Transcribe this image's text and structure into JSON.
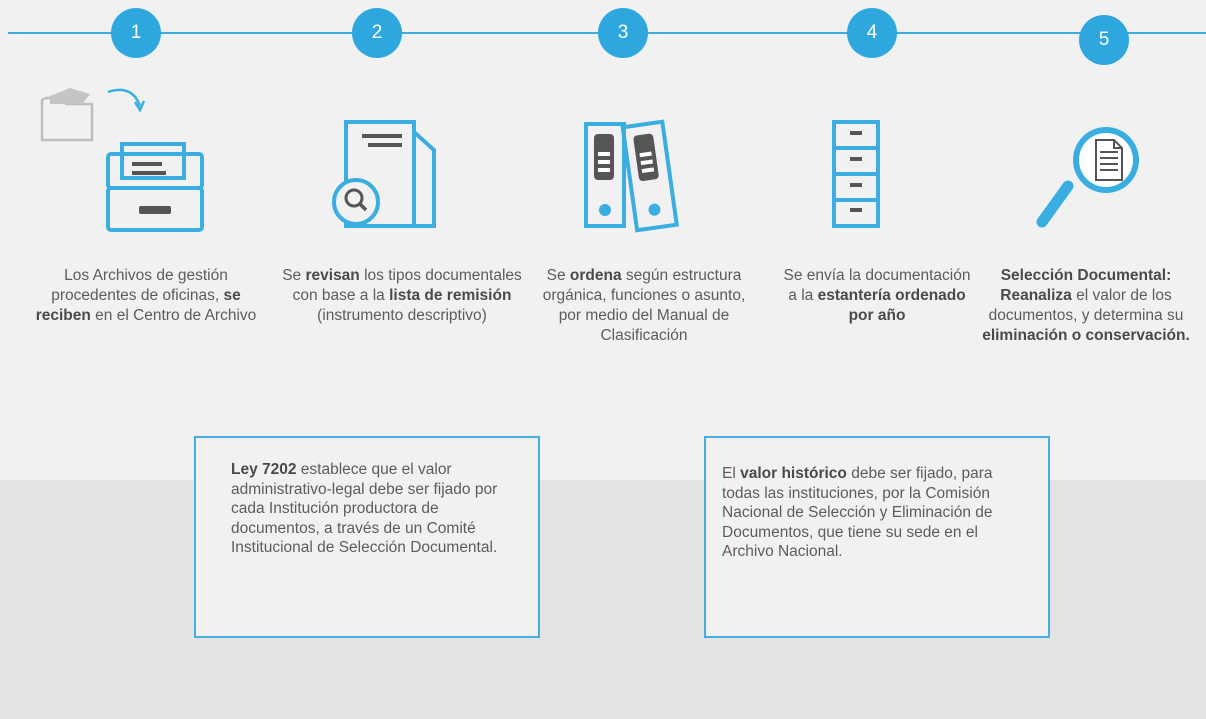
{
  "accent_color": "#2ea7df",
  "steps": [
    {
      "number": "1",
      "icon": "archive-drawer-icon",
      "text": [
        {
          "t": "Los Archivos de gestión procedentes de oficinas, "
        },
        {
          "t": "se reciben",
          "b": true
        },
        {
          "t": " en el Centro de Archivo"
        }
      ]
    },
    {
      "number": "2",
      "icon": "document-search-icon",
      "text": [
        {
          "t": "Se "
        },
        {
          "t": "revisan",
          "b": true
        },
        {
          "t": " los tipos documentales con base a la "
        },
        {
          "t": "lista de remisión",
          "b": true
        },
        {
          "t": " (instrumento descriptivo)"
        }
      ]
    },
    {
      "number": "3",
      "icon": "binders-icon",
      "text": [
        {
          "t": "Se "
        },
        {
          "t": "ordena",
          "b": true
        },
        {
          "t": " según estructura orgánica, funciones o asunto, por medio del Manual de Clasificación"
        }
      ]
    },
    {
      "number": "4",
      "icon": "shelving-icon",
      "text": [
        {
          "t": "Se envía la documentación a la "
        },
        {
          "t": "estantería ordenado por año",
          "b": true
        }
      ]
    },
    {
      "number": "5",
      "icon": "magnifier-document-icon",
      "text": [
        {
          "t": "Selección Documental: Reanaliza",
          "b": true
        },
        {
          "t": " el valor de los documentos, y determina su "
        },
        {
          "t": "eliminación o conservación.",
          "b": true
        }
      ]
    }
  ],
  "notes": [
    {
      "text": [
        {
          "t": "Ley 7202",
          "b": true
        },
        {
          "t": " establece que el valor administrativo-legal debe ser fijado por cada Institución productora de documentos, a través de un Comité Institucional de Selección Documental."
        }
      ]
    },
    {
      "text": [
        {
          "t": "El "
        },
        {
          "t": "valor histórico",
          "b": true
        },
        {
          "t": " debe ser fijado, para todas las instituciones, por la Comisión Nacional de Selección y Eliminación de Documentos, que tiene su sede en el Archivo Nacional."
        }
      ]
    }
  ]
}
